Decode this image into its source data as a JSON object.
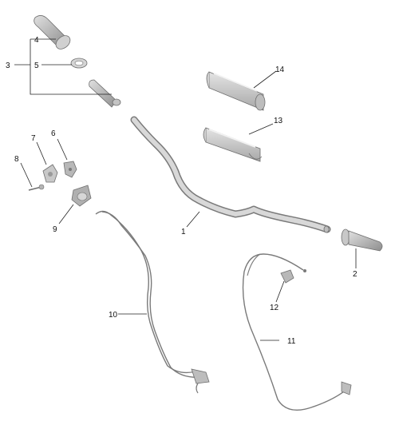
{
  "diagram": {
    "callouts": [
      {
        "id": "1",
        "label": "1"
      },
      {
        "id": "2",
        "label": "2"
      },
      {
        "id": "3",
        "label": "3"
      },
      {
        "id": "4",
        "label": "4"
      },
      {
        "id": "5",
        "label": "5"
      },
      {
        "id": "6",
        "label": "6"
      },
      {
        "id": "7",
        "label": "7"
      },
      {
        "id": "8",
        "label": "8"
      },
      {
        "id": "9",
        "label": "9"
      },
      {
        "id": "10",
        "label": "10"
      },
      {
        "id": "11",
        "label": "11"
      },
      {
        "id": "12",
        "label": "12"
      },
      {
        "id": "13",
        "label": "13"
      },
      {
        "id": "14",
        "label": "14"
      }
    ],
    "colors": {
      "part_fill": "#d9d9d9",
      "part_shade": "#a9a9a9",
      "part_stroke": "#6f6f6f",
      "leader": "#222222",
      "background": "#ffffff"
    }
  }
}
